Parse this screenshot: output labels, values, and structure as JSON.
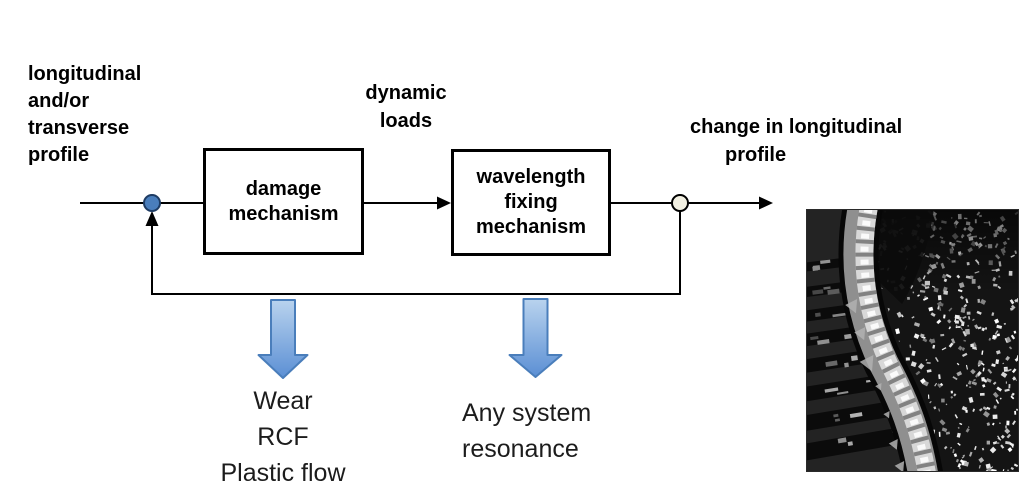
{
  "diagram": {
    "input_label": {
      "line1": "longitudinal",
      "line2": "and/or",
      "line3": "transverse",
      "line4": "profile"
    },
    "dynamic_loads_label": {
      "line1": "dynamic",
      "line2": "loads"
    },
    "output_label": {
      "line1": "change in longitudinal",
      "line2": "profile"
    },
    "damage_box": {
      "line1": "damage",
      "line2": "mechanism"
    },
    "wavelength_box": {
      "line1": "wavelength",
      "line2": "fixing",
      "line3": "mechanism"
    },
    "damage_examples": {
      "line1": "Wear",
      "line2": "RCF",
      "line3": "Plastic flow"
    },
    "resonance_note": {
      "line1": "Any system",
      "line2": "resonance"
    }
  },
  "colors": {
    "line": "#000000",
    "input_node_fill": "#4a7ebc",
    "input_node_stroke": "#1e3c64",
    "output_node_fill": "#f2f0e2",
    "output_node_stroke": "#000000",
    "block_arrow_top": "#b9d3ee",
    "block_arrow_bottom": "#5b8fd4",
    "block_arrow_border": "#4a7ebb"
  }
}
